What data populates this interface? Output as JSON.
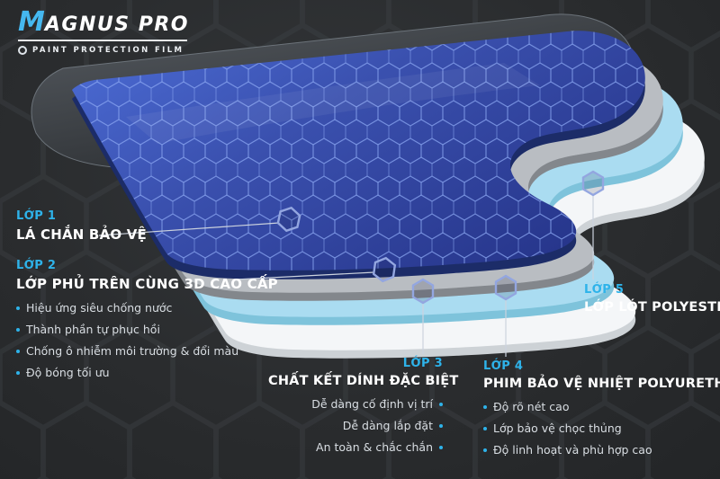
{
  "colors": {
    "accent": "#2eb3ea",
    "background": "#2a2c2e",
    "layer_top_coat_blue": "#3a50ae",
    "layer_adhesive_gray": "#b9bdc2",
    "layer_pu_lightblue": "#aadcf1",
    "layer_polyester_white": "#f4f6f8",
    "shield_dark": "#3a3f45"
  },
  "logo": {
    "title_m": "M",
    "title_rest": "AGNUS PRO",
    "subtitle": "PAINT PROTECTION FILM"
  },
  "layers": [
    {
      "tag": "LỚP 1",
      "title": "LÁ CHẮN BẢO VỆ",
      "bullets": []
    },
    {
      "tag": "LỚP 2",
      "title": "LỚP PHỦ TRÊN CÙNG 3D CAO CẤP",
      "bullets": [
        "Hiệu ứng siêu chống nước",
        "Thành phần tự phục hồi",
        "Chống ô nhiễm môi trường & đổi màu",
        "Độ bóng tối ưu"
      ]
    },
    {
      "tag": "LỚP 3",
      "title": "CHẤT KẾT DÍNH ĐẶC BIỆT",
      "bullets": [
        "Dễ dàng cố định vị trí",
        "Dễ dàng lắp đặt",
        "An toàn & chắc chắn"
      ]
    },
    {
      "tag": "LỚP 4",
      "title": "PHIM BẢO VỆ NHIỆT POLYURETHAN",
      "bullets": [
        "Độ rõ nét cao",
        "Lớp bảo vệ chọc thủng",
        "Độ linh hoạt và phù hợp cao"
      ]
    },
    {
      "tag": "LỚP 5",
      "title": "LỚP LÓT POLYESTER",
      "bullets": []
    }
  ]
}
